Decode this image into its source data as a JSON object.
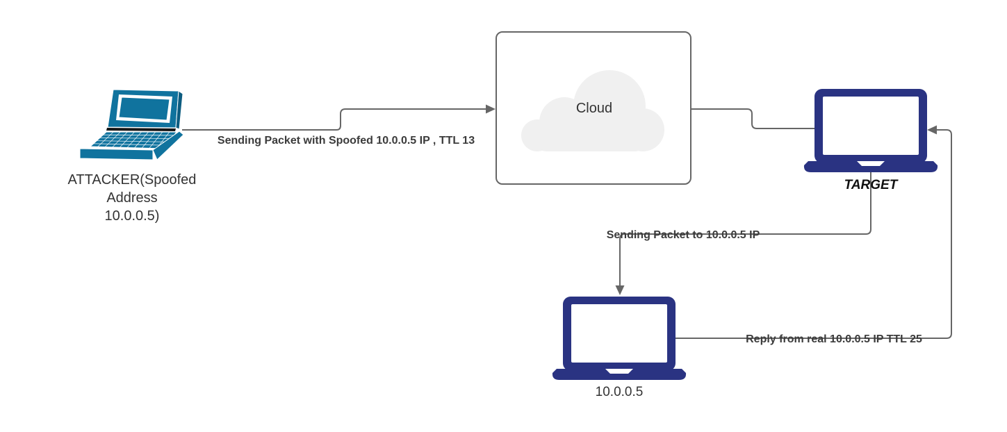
{
  "theme": {
    "line": "#666666",
    "teal": "#10739E",
    "teal-dark": "#0d5c80",
    "navy": "#2a3382",
    "cloud-fill": "#f0f0f0",
    "label": "#333333",
    "edge-label": "#3b3b3b",
    "bg": "#ffffff"
  },
  "nodes": {
    "attacker": {
      "icon": "laptop-3d-icon",
      "label_lines": [
        "ATTACKER(Spoofed",
        "Address",
        "10.0.0.5)"
      ]
    },
    "cloud": {
      "icon": "cloud-icon",
      "label": "Cloud"
    },
    "target": {
      "icon": "laptop-icon",
      "label": "TARGET"
    },
    "real_host": {
      "icon": "laptop-icon",
      "label": "10.0.0.5"
    }
  },
  "edges": {
    "attacker_to_cloud": {
      "label": "Sending Packet with Spoofed 10.0.0.5 IP , TTL 13"
    },
    "target_to_real": {
      "label": "Sending Packet to 10.0.0.5 IP"
    },
    "real_to_target": {
      "label": "Reply from real 10.0.0.5 IP TTL 25"
    }
  }
}
